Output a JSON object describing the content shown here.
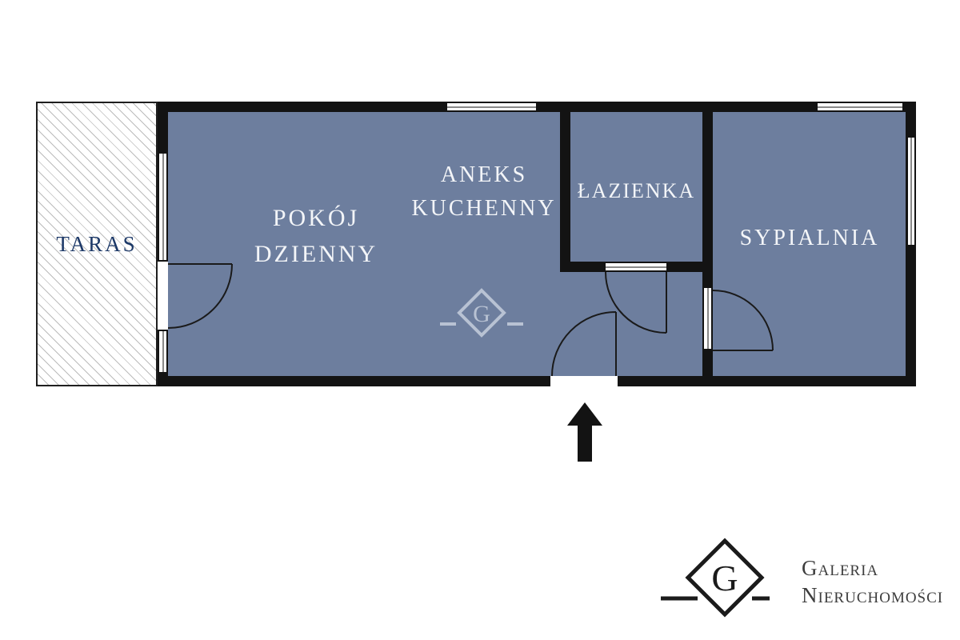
{
  "rooms": {
    "taras": {
      "label": "TARAS"
    },
    "pokoj_dzienny": {
      "line1": "POKÓJ",
      "line2": "DZIENNY"
    },
    "aneks_kuchenny": {
      "line1": "ANEKS",
      "line2": "KUCHENNY"
    },
    "lazienka": {
      "label": "ŁAZIENKA"
    },
    "sypialnia": {
      "label": "SYPIALNIA"
    }
  },
  "branding": {
    "line1": "Galeria",
    "line2": "Nieruchomości",
    "logo_letter": "G",
    "logo_icon": "diamond-g-logo"
  },
  "icons": {
    "entrance_arrow": "up-arrow",
    "watermark": "diamond-g-watermark"
  },
  "colors": {
    "room_fill": "#6d7e9e",
    "wall": "#131313",
    "room_label": "#f3f5f8",
    "taras_label": "#1d3968",
    "watermark": "#c6cedd",
    "brand_text": "#3d3d3d"
  }
}
